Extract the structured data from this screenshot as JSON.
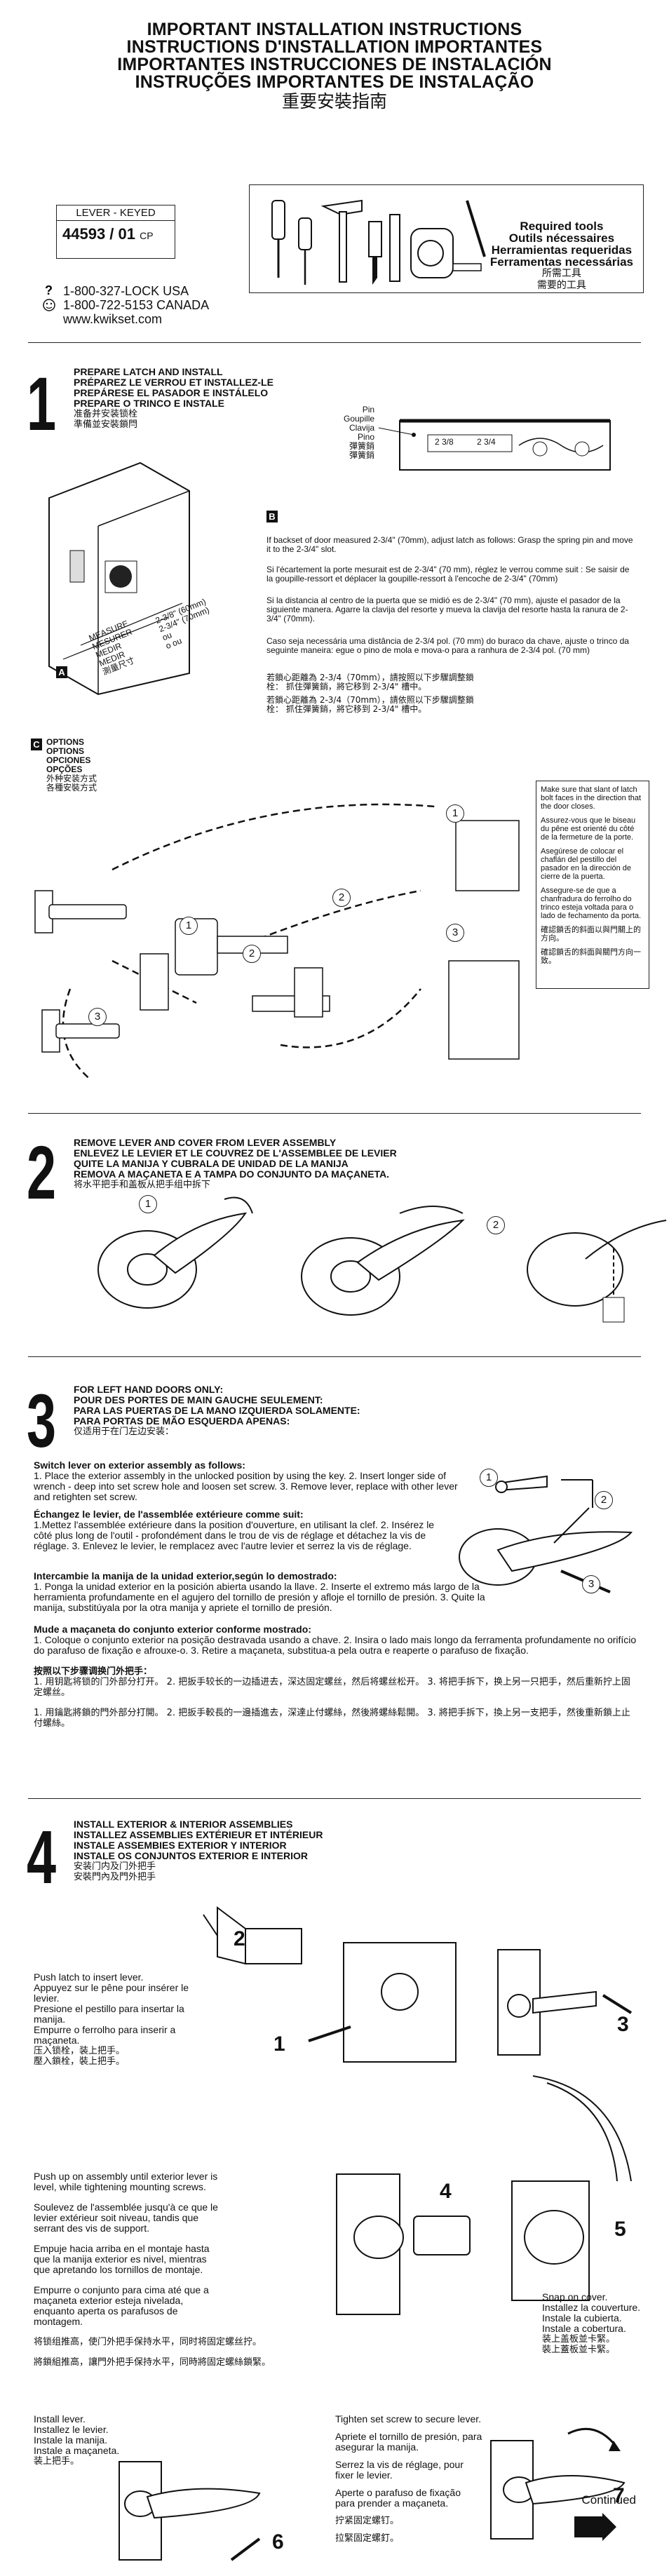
{
  "title": {
    "en": "IMPORTANT INSTALLATION INSTRUCTIONS",
    "fr": "INSTRUCTIONS D'INSTALLATION IMPORTANTES",
    "es": "IMPORTANTES INSTRUCCIONES DE INSTALACIÓN",
    "pt": "INSTRUÇÕES IMPORTANTES DE INSTALAÇÃO",
    "zh": "重要安裝指南"
  },
  "product": {
    "label": "LEVER - KEYED",
    "number": "44593 / 01",
    "suffix": "CP"
  },
  "tools": {
    "en": "Required tools",
    "fr": "Outils nécessaires",
    "es": "Herramientas requeridas",
    "pt": "Ferramentas necessárias",
    "zh1": "所需工具",
    "zh2": "需要的工具"
  },
  "contact": {
    "phone_us": "1-800-327-LOCK USA",
    "phone_ca": "1-800-722-5153 CANADA",
    "web": "www.kwikset.com"
  },
  "step1": {
    "number": "1",
    "heading": [
      "PREPARE LATCH AND INSTALL",
      "PRÉPAREZ LE VERROU ET INSTALLEZ-LE",
      "PREPÁRESE EL PASADOR E INSTÁLELO",
      "PREPARE O TRINCO E INSTALE"
    ],
    "heading_zh": [
      "准备并安装锁栓",
      "準備並安裝鎖閂"
    ],
    "pin_labels": [
      "Pin",
      "Goupille",
      "Clavija",
      "Pino",
      "彈簧銷",
      "彈簧銷"
    ],
    "dims": [
      "2 3/8",
      "2 3/4"
    ],
    "measure": [
      "MEASURE",
      "MESURER",
      "MEDIR",
      "MEDIR",
      "測量尺寸"
    ],
    "backset": [
      "2-3/8\" (60mm)",
      "2-3/4\" (70mm)",
      "ou",
      "o ou"
    ],
    "label_a": "A",
    "label_b": "B",
    "label_c": "C",
    "b_text": [
      "If backset of door measured 2-3/4\" (70mm), adjust latch as follows: Grasp the spring pin and move it to the 2-3/4\" slot.",
      "Si l'écartement la porte mesurait est de 2-3/4\" (70 mm), réglez le verrou comme suit : Se saisir de la goupille-ressort et déplacer la goupille-ressort à l'encoche de 2-3/4\" (70mm)",
      "Si la distancia al centro de la puerta que se midió es de 2-3/4\" (70 mm), ajuste el pasador de la siguiente manera. Agarre la clavija del resorte y mueva la clavija del resorte hasta la ranura de 2-3/4\" (70mm).",
      "Caso seja necessária uma distância de 2-3/4 pol. (70 mm) do buraco da chave, ajuste o trinco da seguinte maneira: egue o pino de mola e mova-o para a ranhura de 2-3/4 pol. (70 mm)"
    ],
    "b_text_zh": [
      "若鎖心距離為 2-3/4（70mm），請按照以下步驟調整鎖栓： 抓住彈簧銷，將它移到 2-3/4\" 槽中。",
      "若鎖心距離為 2-3/4（70mm），請依照以下步驟調整鎖栓： 抓住彈簧銷，將它移到 2-3/4\" 槽中。"
    ],
    "options": [
      "OPTIONS",
      "OPTIONS",
      "OPCIONES",
      "OPÇÕES",
      "外种安装方式",
      "各種安裝方式"
    ],
    "callout": [
      "Make sure that slant of latch bolt faces in the direction that the door closes.",
      "Assurez-vous que le biseau du pêne est orienté du côté de la fermeture de la porte.",
      "Asegúrese de colocar el chaflán del pestillo del pasador en la dirección de cierre de la puerta.",
      "Assegure-se de que a chanfradura do ferrolho do trinco esteja voltada para o lado de fechamento da porta."
    ],
    "callout_zh": [
      "確認鎖舌的斜面以與門關上的方向。",
      "確認鎖舌的斜面與關門方向一致。"
    ],
    "circles": [
      "1",
      "2",
      "3",
      "1",
      "2",
      "3"
    ]
  },
  "step2": {
    "number": "2",
    "heading": [
      "REMOVE LEVER AND COVER FROM LEVER ASSEMBLY",
      "ENLEVEZ LE LEVIER ET LE COUVREZ DE L'ASSEMBLEE DE LEVIER",
      "QUITE LA MANIJA Y CUBRALA DE UNIDAD DE LA MANIJA",
      "REMOVA A MAÇANETA E A TAMPA DO CONJUNTO DA MAÇANETA."
    ],
    "heading_zh": "将水平把手和盖板从把手组中拆下",
    "circles": [
      "1",
      "2"
    ]
  },
  "step3": {
    "number": "3",
    "heading": [
      "FOR LEFT HAND DOORS ONLY:",
      "POUR DES PORTES DE MAIN GAUCHE SEULEMENT:",
      "PARA LAS PUERTAS DE LA MANO IZQUIERDA SOLAMENTE:",
      "PARA PORTAS DE MÃO ESQUERDA APENAS:"
    ],
    "heading_zh": "仅适用于在门左边安装：",
    "en_title": "Switch lever on exterior assembly as follows:",
    "en_body": "1. Place the exterior assembly in the unlocked position by using the key.  2. Insert longer side of wrench - deep into set screw hole and loosen set screw.  3. Remove lever, replace with other lever and retighten set screw.",
    "fr_title": "Échangez le levier, de l'assemblée extérieure comme suit:",
    "fr_body": "1.Mettez l'assemblée extérieure dans la position d'ouverture, en utilisant la clef.  2. Insérez le côté plus long de l'outil - profondément dans le trou de vis de réglage et détachez la vis de réglage. 3. Enlevez le levier, le remplacez avec l'autre levier et serrez la vis de réglage.",
    "es_title": "Intercambie la manija de la unidad exterior,según lo demostrado:",
    "es_body": "1. Ponga la unidad exterior en la posición abierta usando la llave. 2. Inserte el extremo más largo de la herramienta profundamente en el agujero del tornillo de presión y afloje el tornillo de presión. 3. Quite la manija, substitúyala por la otra manija y apriete el tornillo de presión.",
    "pt_title": "Mude a maçaneta do conjunto exterior conforme mostrado:",
    "pt_body": "1. Coloque o conjunto exterior na posição destravada usando a chave.  2. Insira o lado mais longo da ferramenta profundamente no orifício do parafuso de fixação e afrouxe-o.  3. Retire a maçaneta, substitua-a pela outra e reaperte o parafuso de fixação.",
    "zh_title": "按照以下步骤调换门外把手：",
    "zh_body1": "1. 用钥匙将锁的门外部分打开。  2. 把扳手较长的一边插进去，深达固定螺丝，然后将螺丝松开。  3. 将把手拆下，换上另一只把手，然后重新拧上固定螺丝。",
    "zh_body2": "1. 用鑰匙將鎖的門外部分打開。  2. 把扳手較長的一邊插進去，深達止付螺絲，然後將螺絲鬆開。  3. 將把手拆下，換上另一支把手，然後重新鎖上止付螺絲。",
    "circles": [
      "1",
      "2",
      "3"
    ]
  },
  "step4": {
    "number": "4",
    "heading": [
      "INSTALL EXTERIOR & INTERIOR ASSEMBLIES",
      "INSTALLEZ ASSEMBLIES EXTÉRIEUR ET INTÉRIEUR",
      "INSTALE ASSEMBIES EXTERIOR Y INTERIOR",
      "INSTALE OS CONJUNTOS EXTERIOR E INTERIOR"
    ],
    "heading_zh": [
      "安装门内及门外把手",
      "安裝門內及門外把手"
    ],
    "push_latch": [
      "Push latch to insert lever.",
      "Appuyez sur le pêne pour insérer le levier.",
      "Presione el pestillo para insertar la manija.",
      "Empurre o ferrolho para inserir a maçaneta.",
      "压入锁栓，装上把手。",
      "壓入鎖栓，裝上把手。"
    ],
    "push_up": [
      "Push up on  assembly until exterior lever is level, while tightening mounting screws.",
      "Soulevez de l'assemblée jusqu'à ce que le levier extérieur soit niveau, tandis que serrant des vis de support.",
      "Empuje hacia arriba en el montaje hasta que la manija exterior es nivel, mientras que apretando los tornillos de montaje.",
      "Empurre o conjunto para cima até que a maçaneta exterior esteja nivelada, enquanto aperta os parafusos de montagem."
    ],
    "push_up_zh": [
      "将锁组推高，使门外把手保持水平，同时将固定螺丝拧。",
      "將鎖組推高，讓門外把手保持水平，同時將固定螺絲鎖緊。"
    ],
    "snap_cover": [
      "Snap on cover.",
      "Installez la couverture.",
      "Instale la cubierta.",
      "Instale a cobertura.",
      "装上盖板並卡緊。",
      "裝上蓋板並卡緊。"
    ],
    "install_lever": [
      "Install lever.",
      "Installez le levier.",
      "Instale la manija.",
      "Instale a maçaneta.",
      "装上把手。",
      "裝上把手。"
    ],
    "tighten": [
      "Tighten set screw to secure lever.",
      "Apriete el tornillo de presión, para asegurar la manija.",
      "Serrez la vis de réglage, pour fixer le levier.",
      "Aperte o parafuso de fixação para prender a maçaneta.",
      "拧紧固定螺钉。",
      "拉緊固定螺釘。"
    ],
    "steps": [
      "1",
      "2",
      "3",
      "4",
      "5",
      "6",
      "7"
    ],
    "continued": "Continued"
  }
}
